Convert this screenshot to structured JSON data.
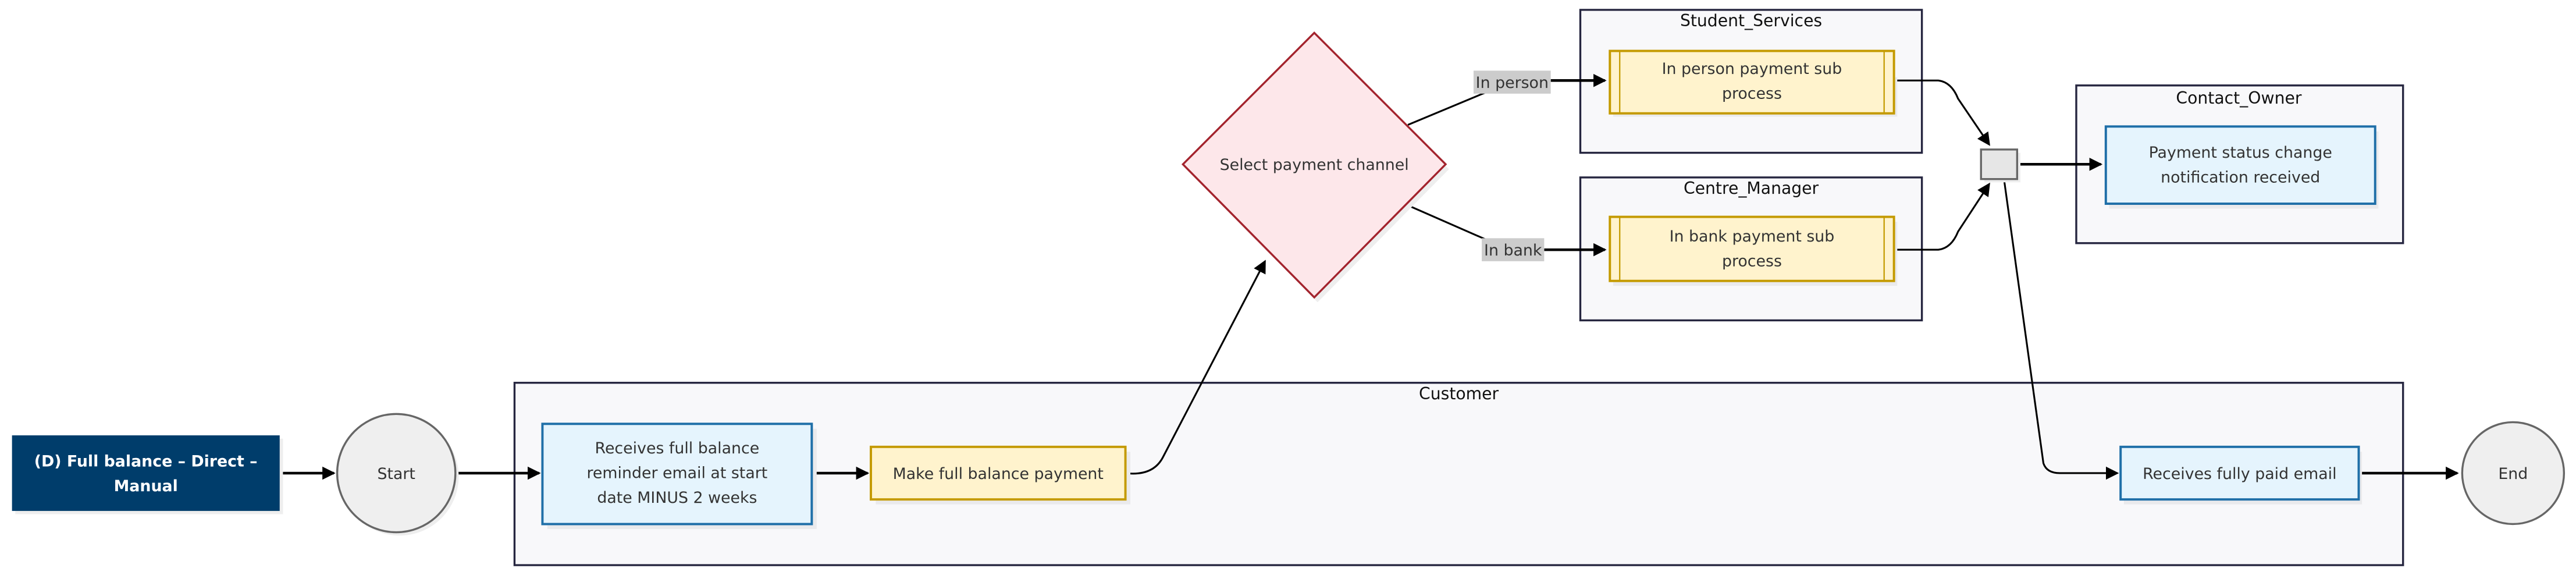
{
  "diagram": {
    "title_node": {
      "line1": "(D) Full balance – Direct –",
      "line2": "Manual"
    },
    "start": "Start",
    "end": "End",
    "lanes": {
      "customer": "Customer",
      "student_services": "Student_Services",
      "centre_manager": "Centre_Manager",
      "contact_owner": "Contact_Owner"
    },
    "nodes": {
      "reminder": {
        "line1": "Receives full balance",
        "line2": "reminder email at start",
        "line3": "date MINUS 2 weeks"
      },
      "make_payment": "Make full balance payment",
      "decision": "Select payment channel",
      "in_person": {
        "line1": "In person payment sub",
        "line2": "process"
      },
      "in_bank": {
        "line1": "In bank payment sub",
        "line2": "process"
      },
      "status_change": {
        "line1": "Payment status change",
        "line2": "notification received"
      },
      "fully_paid": "Receives fully paid email"
    },
    "edge_labels": {
      "in_person": "In person",
      "in_bank": "In bank"
    }
  },
  "colors": {
    "title_fill": "#003d6b",
    "task_blue_fill": "#e5f4fd",
    "task_blue_stroke": "#1f6fa8",
    "task_yellow_fill": "#fff3cd",
    "task_yellow_stroke": "#c49a00",
    "decision_fill": "#fde7ea",
    "decision_stroke": "#a3232d",
    "lane_fill": "#f8f8fa",
    "lane_stroke": "#262640"
  }
}
